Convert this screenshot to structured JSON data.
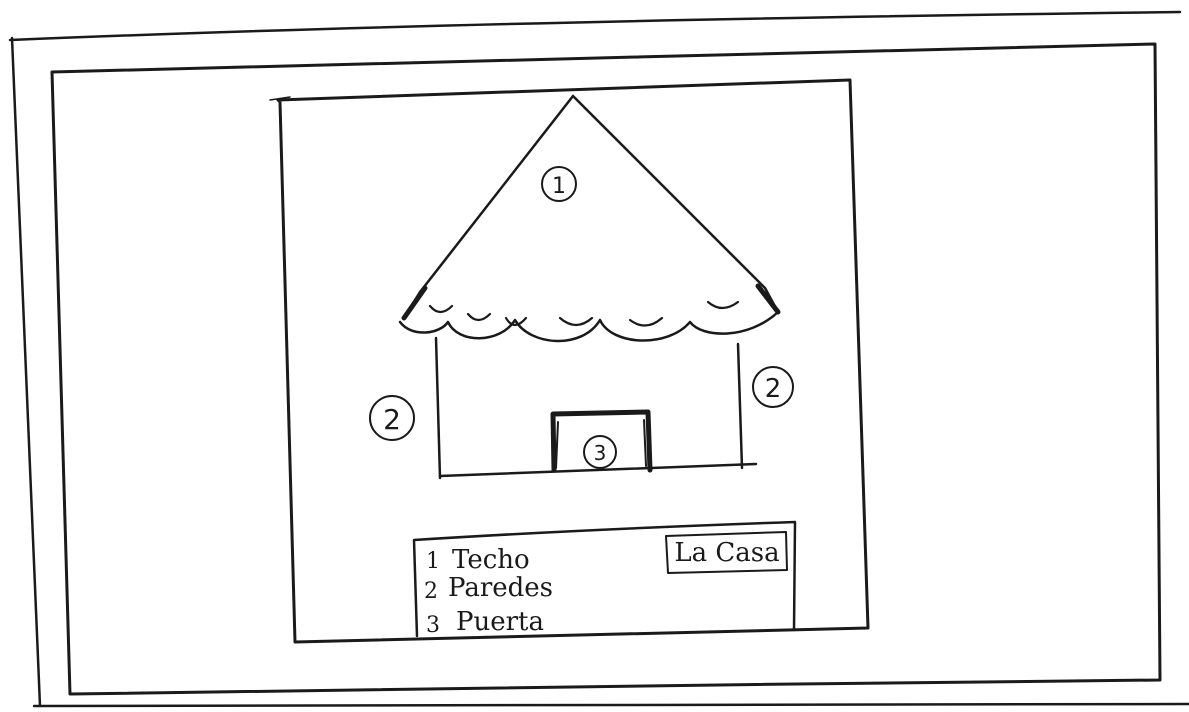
{
  "labels": {
    "roof": "1",
    "wall_left": "2",
    "wall_right": "2",
    "door": "3"
  },
  "legend": {
    "title": "La Casa",
    "items": [
      {
        "number": "1",
        "text": "Techo"
      },
      {
        "number": "2",
        "text": "Paredes"
      },
      {
        "number": "3",
        "text": "Puerta"
      }
    ]
  },
  "colors": {
    "ink": "#1a1a1a",
    "paper": "#ffffff"
  }
}
